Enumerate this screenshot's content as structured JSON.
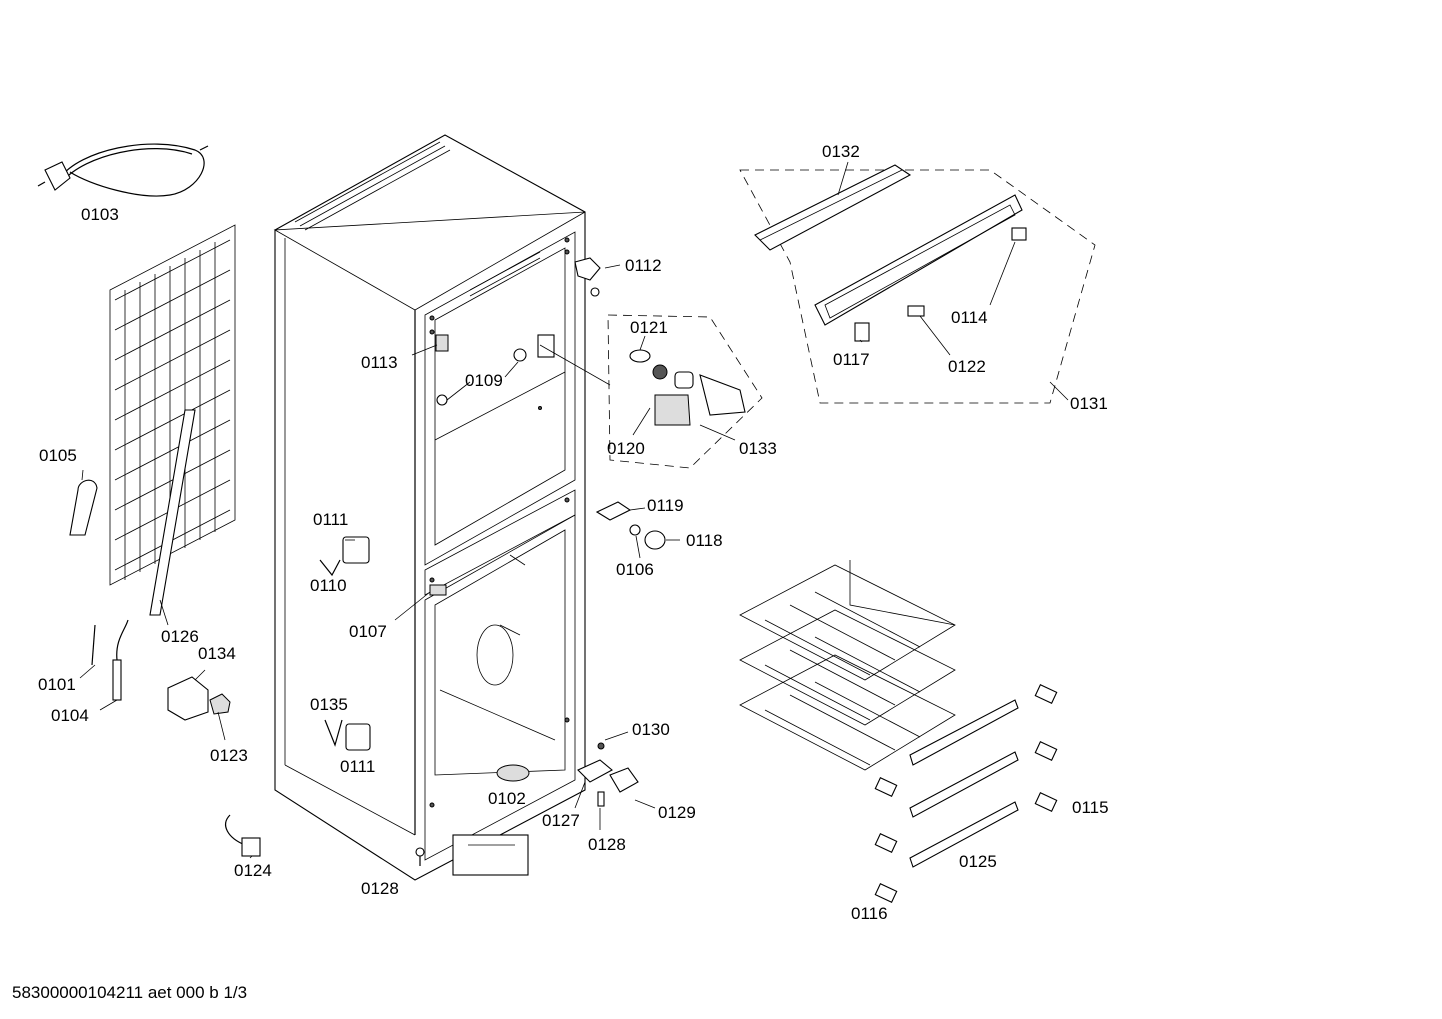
{
  "drawing": {
    "footer_text": "58300000104211 aet 000 b 1/3",
    "part_labels": {
      "p0103": "0103",
      "p0105": "0105",
      "p0101": "0101",
      "p0104": "0104",
      "p0126": "0126",
      "p0134": "0134",
      "p0123": "0123",
      "p0124": "0124",
      "p0113": "0113",
      "p0109": "0109",
      "p0111a": "0111",
      "p0110": "0110",
      "p0107": "0107",
      "p0135": "0135",
      "p0111b": "0111",
      "p0102": "0102",
      "p0128a": "0128",
      "p0112": "0112",
      "p0121": "0121",
      "p0120": "0120",
      "p0133": "0133",
      "p0119": "0119",
      "p0118": "0118",
      "p0106": "0106",
      "p0130": "0130",
      "p0127": "0127",
      "p0129": "0129",
      "p0128b": "0128",
      "p0132": "0132",
      "p0114": "0114",
      "p0117": "0117",
      "p0122": "0122",
      "p0131": "0131",
      "p0115": "0115",
      "p0125": "0125",
      "p0116": "0116"
    }
  }
}
